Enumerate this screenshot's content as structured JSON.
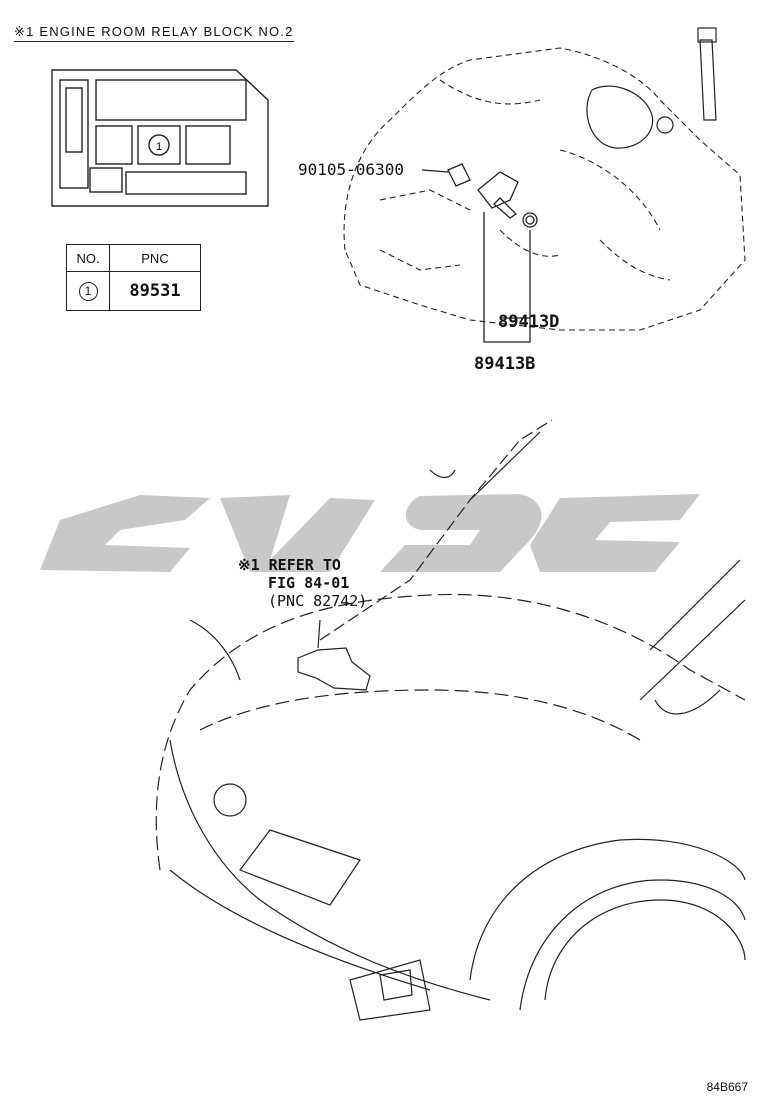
{
  "header": {
    "note": "※1 ENGINE ROOM RELAY BLOCK NO.2"
  },
  "relay_block": {
    "callout": "1"
  },
  "table": {
    "headers": [
      "NO.",
      "PNC"
    ],
    "rows": [
      {
        "no": "1",
        "pnc": "89531"
      }
    ]
  },
  "parts": {
    "bolt": "90105-06300",
    "sensor_d": "89413D",
    "sensor_b": "89413B"
  },
  "refer": {
    "line1": "※1 REFER TO",
    "line2": "FIG 84-01",
    "line3": "(PNC 82742)"
  },
  "figure_code": "84B667",
  "colors": {
    "line": "#222222",
    "watermark": "#c8c8c8"
  }
}
